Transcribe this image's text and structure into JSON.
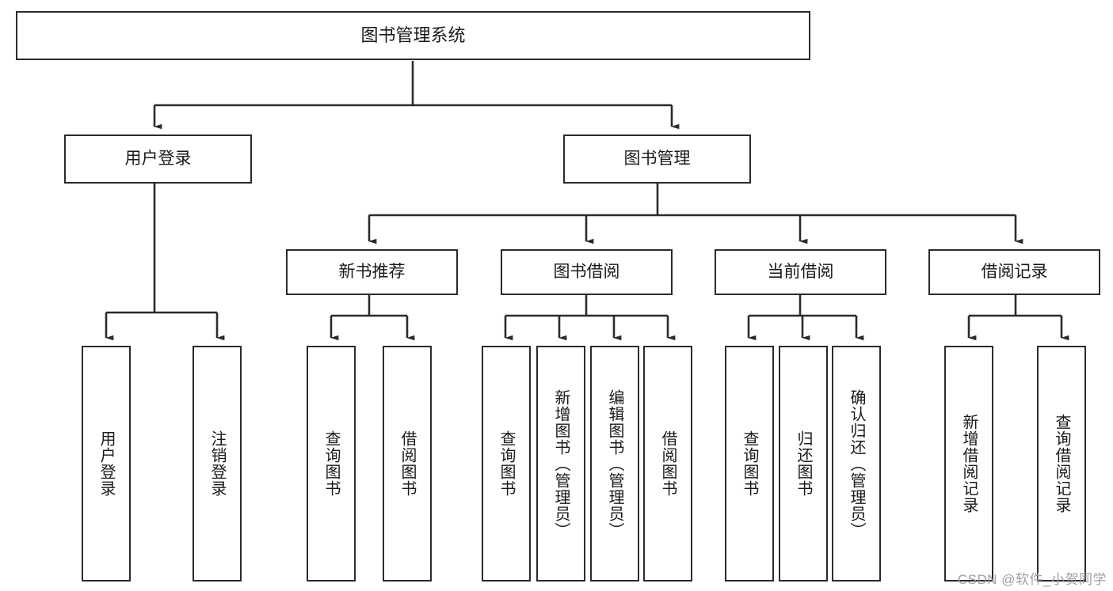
{
  "diagram": {
    "title": "图书管理系统",
    "type": "tree",
    "stroke_color": "#2b2b2b",
    "fill_color": "#ffffff",
    "text_color": "#1a1a1a"
  },
  "nodes": {
    "root": {
      "label": "图书管理系统"
    },
    "level1": [
      {
        "id": "user-login",
        "label": "用户登录"
      },
      {
        "id": "book-management",
        "label": "图书管理"
      }
    ],
    "level2": [
      {
        "id": "new-book-recommend",
        "label": "新书推荐"
      },
      {
        "id": "book-borrow",
        "label": "图书借阅"
      },
      {
        "id": "current-borrow",
        "label": "当前借阅"
      },
      {
        "id": "borrow-record",
        "label": "借阅记录"
      }
    ],
    "level3": {
      "user_login": [
        {
          "id": "leaf-user-login",
          "label": "用户登录"
        },
        {
          "id": "leaf-logout-login",
          "label": "注销登录"
        }
      ],
      "new_book_recommend": [
        {
          "id": "leaf-query-book-1",
          "label": "查询图书"
        },
        {
          "id": "leaf-borrow-book-1",
          "label": "借阅图书"
        }
      ],
      "book_borrow": [
        {
          "id": "leaf-query-book-2",
          "label": "查询图书"
        },
        {
          "id": "leaf-add-book",
          "label": "新增图书（管理员）"
        },
        {
          "id": "leaf-edit-book",
          "label": "编辑图书（管理员）"
        },
        {
          "id": "leaf-borrow-book-2",
          "label": "借阅图书"
        }
      ],
      "current_borrow": [
        {
          "id": "leaf-query-book-3",
          "label": "查询图书"
        },
        {
          "id": "leaf-return-book",
          "label": "归还图书"
        },
        {
          "id": "leaf-confirm-return",
          "label": "确认归还（管理员）"
        }
      ],
      "borrow_record": [
        {
          "id": "leaf-add-record",
          "label": "新增借阅记录"
        },
        {
          "id": "leaf-query-record",
          "label": "查询借阅记录"
        }
      ]
    }
  },
  "watermark": {
    "text": "CSDN @软件_小贺同学"
  }
}
